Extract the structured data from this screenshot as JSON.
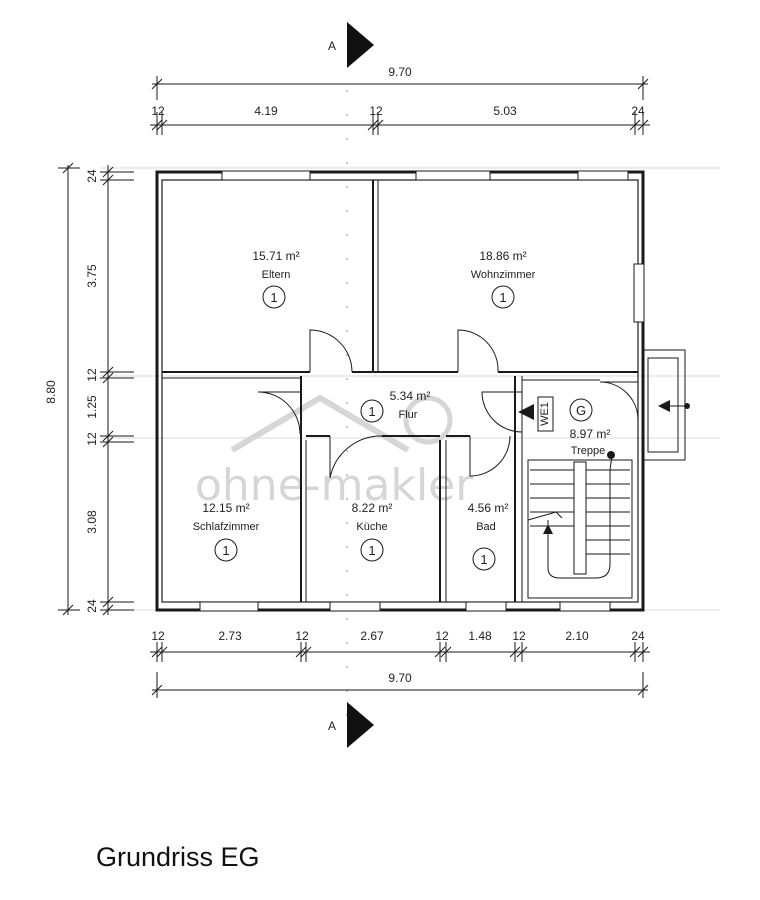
{
  "title": "Grundriss EG",
  "section_marker": "A",
  "watermark": "ohne-makler",
  "dimensions": {
    "overall_width": "9.70",
    "top_segments": [
      "12",
      "4.19",
      "12",
      "5.03",
      "24"
    ],
    "bottom_segments": [
      "12",
      "2.73",
      "12",
      "2.67",
      "12",
      "1.48",
      "12",
      "2.10",
      "24"
    ],
    "overall_depth": "8.80",
    "left_segments": [
      "24",
      "3.75",
      "12",
      "1.25",
      "12",
      "3.08",
      "24"
    ]
  },
  "rooms": [
    {
      "name": "Eltern",
      "area": "15.71 m²",
      "unit": "1"
    },
    {
      "name": "Wohnzimmer",
      "area": "18.86 m²",
      "unit": "1"
    },
    {
      "name": "Flur",
      "area": "5.34 m²",
      "unit": "1"
    },
    {
      "name": "Schlafzimmer",
      "area": "12.15 m²",
      "unit": "1"
    },
    {
      "name": "Küche",
      "area": "8.22 m²",
      "unit": "1"
    },
    {
      "name": "Bad",
      "area": "4.56 m²",
      "unit": "1"
    },
    {
      "name": "Treppe",
      "area": "8.97 m²",
      "unit": "G"
    }
  ],
  "entrance_label": "WE1"
}
